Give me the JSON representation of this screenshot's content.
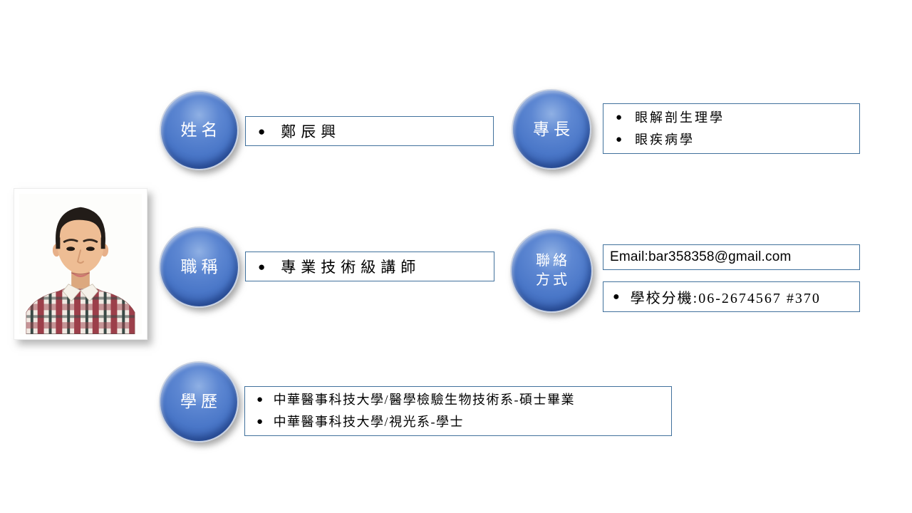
{
  "slide": {
    "background": "#ffffff"
  },
  "bullet_glyph": "●",
  "colors": {
    "badge_fill": "#4a77c8",
    "badge_fill_light": "#8fb0e4",
    "badge_fill_dark": "#24499b",
    "badge_text": "#ffffff",
    "box_border": "#41719c",
    "body_text": "#000000"
  },
  "photo": {
    "label": "ID portrait photo of instructor"
  },
  "sections": {
    "name": {
      "badge_label": "姓名",
      "items": [
        "鄭辰興"
      ]
    },
    "specialty": {
      "badge_label": "專長",
      "items": [
        "眼解剖生理學",
        "眼疾病學"
      ]
    },
    "job_title": {
      "badge_label": "職稱",
      "items": [
        "專業技術級講師"
      ]
    },
    "contact": {
      "badge_label_line1": "聯絡",
      "badge_label_line2": "方式",
      "email_text": "Email:bar358358@gmail.com",
      "extension_text": "學校分機:06-2674567 #370"
    },
    "education": {
      "badge_label": "學歷",
      "items": [
        "中華醫事科技大學/醫學檢驗生物技術系-碩士畢業",
        "中華醫事科技大學/視光系-學士"
      ]
    }
  }
}
